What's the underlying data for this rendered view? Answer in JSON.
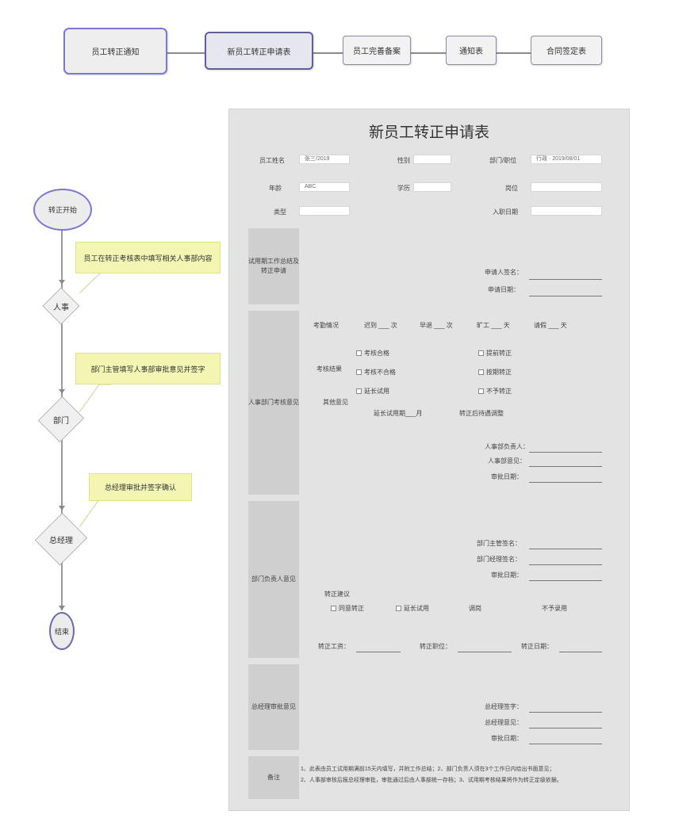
{
  "process_steps": [
    {
      "label": "员工转正通知"
    },
    {
      "label": "新员工转正申请表"
    },
    {
      "label": "员工完善备案"
    },
    {
      "label": "通知表"
    },
    {
      "label": "合同签定表"
    }
  ],
  "flow": {
    "start": "转正开始",
    "node1": "人事",
    "node2": "部门",
    "node3": "总经理",
    "end": "结束",
    "note1": "员工在转正考核表中填写相关人事部内容",
    "note2": "部门主管填写人事部审批意见并签字",
    "note3": "总经理审批并签字确认"
  },
  "form": {
    "title": "新员工转正申请表",
    "fields": {
      "name_label": "员工姓名",
      "name_value": "张三/2019",
      "gender_label": "性别",
      "dept_label": "部门/职位",
      "dept_value": "行政 · 2019/08/01",
      "age_label": "年龄",
      "age_value": "ABC",
      "edu_label": "学历",
      "post_label": "岗位",
      "type_label": "类型",
      "entry_label": "入职日期"
    },
    "sections": {
      "self": "试用期工作总结及转正申请",
      "hr": "人事部门考核意见",
      "dept": "部门负责人意见",
      "gm": "总经理审批意见",
      "remark": "备注"
    },
    "self_sign": {
      "signer": "申请人签名：",
      "date": "申请日期："
    },
    "hr": {
      "attendance_label": "考勤情况",
      "attendance_items": [
        "迟到 ___ 次",
        "早退 ___ 次",
        "旷工 ___ 天",
        "请假 ___ 天"
      ],
      "review_label": "考核结果",
      "opts_left": [
        "考核合格",
        "考核不合格",
        "延长试用"
      ],
      "opts_right": [
        "提前转正",
        "按期转正",
        "不予转正"
      ],
      "extra_label": "其他意见",
      "note_left": "延长试用期___月",
      "note_right": "转正后待遇调整",
      "sign1": "人事部负责人：",
      "sign2": "人事部意见：",
      "sign3": "审批日期："
    },
    "dept": {
      "sign1": "部门主管签名：",
      "sign2": "部门经理签名：",
      "sign3": "审批日期：",
      "suggest_label": "转正建议",
      "opts": [
        "同意转正",
        "延长试用",
        "调岗",
        "不予录用"
      ],
      "bottom1": "转正工资：",
      "bottom2": "转正职位：",
      "bottom3": "转正日期："
    },
    "gm": {
      "sign1": "总经理签字：",
      "sign2": "总经理意见：",
      "sign3": "审批日期："
    },
    "remark_lines": [
      "1、此表由员工试用期满前15天内填写，并附工作总结；2、部门负责人须在3个工作日内给出书面意见；",
      "2、人事部审核后报总经理审批，审批通过后由人事部统一存档；3、试用期考核结果将作为转正定级依据。"
    ]
  }
}
